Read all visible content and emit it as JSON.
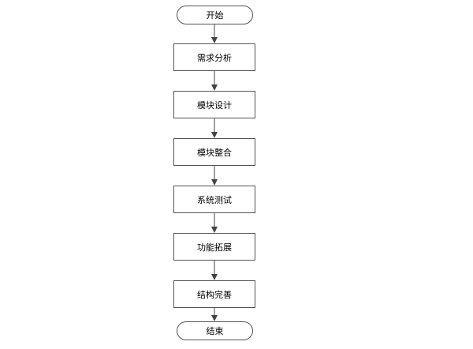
{
  "flowchart": {
    "start": "开始",
    "steps": [
      "需求分析",
      "模块设计",
      "模块整合",
      "系统测试",
      "功能拓展",
      "结构完善"
    ],
    "end": "结束"
  },
  "colors": {
    "stroke": "#555555",
    "arrow": "#444444"
  }
}
